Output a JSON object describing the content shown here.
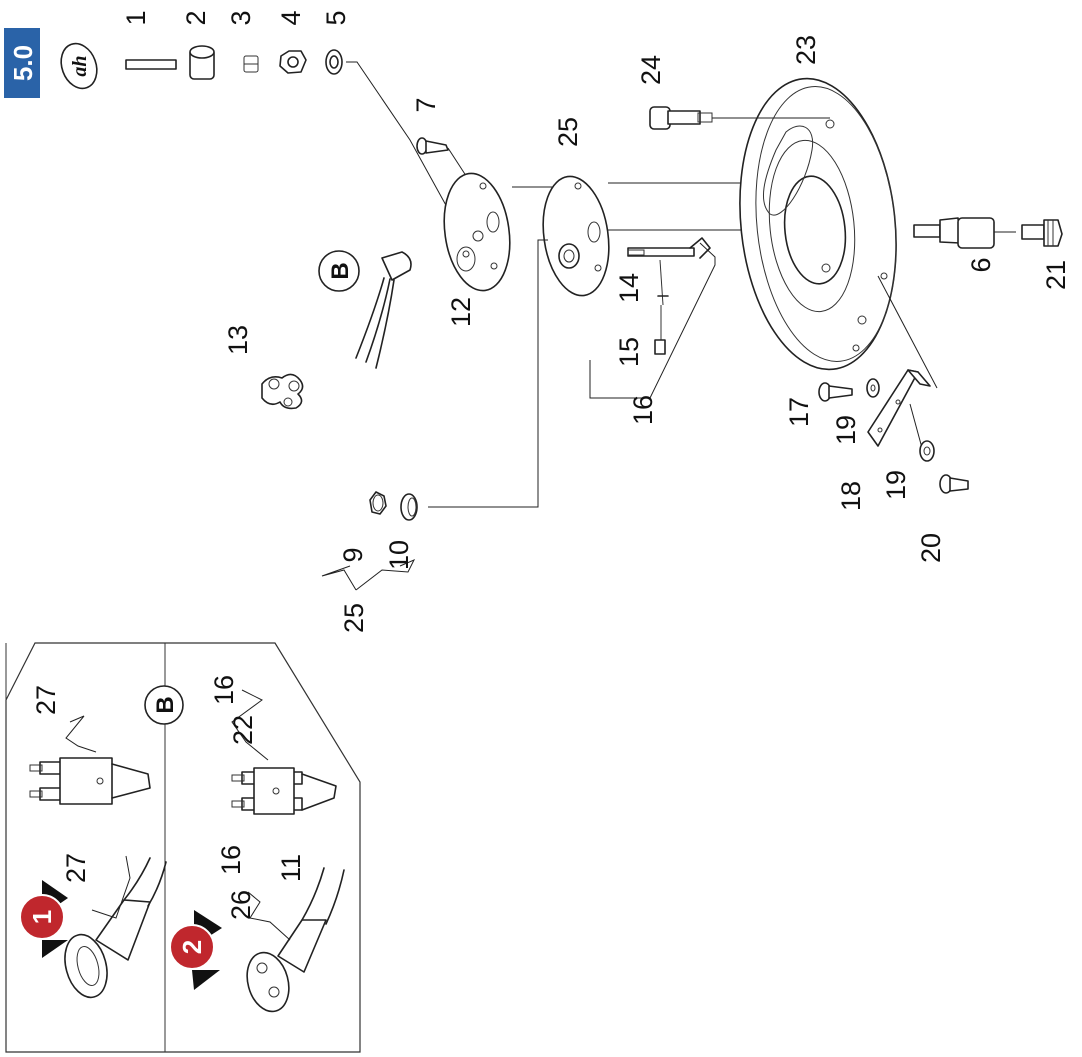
{
  "page_badge": "5.0",
  "logo_text": "ah",
  "callout_B": "B",
  "inset_markers": [
    "1",
    "2"
  ],
  "labels": [
    "1",
    "2",
    "3",
    "4",
    "5",
    "7",
    "25",
    "24",
    "23",
    "B",
    "13",
    "12",
    "14",
    "15",
    "16",
    "6",
    "21",
    "17",
    "19",
    "18",
    "19",
    "20",
    "9",
    "10",
    "25",
    "27",
    "B",
    "16",
    "22",
    "27",
    "16",
    "26",
    "11"
  ],
  "colors": {
    "badge": "#2a63a8",
    "marker": "#c0272d",
    "ink": "#222222"
  }
}
